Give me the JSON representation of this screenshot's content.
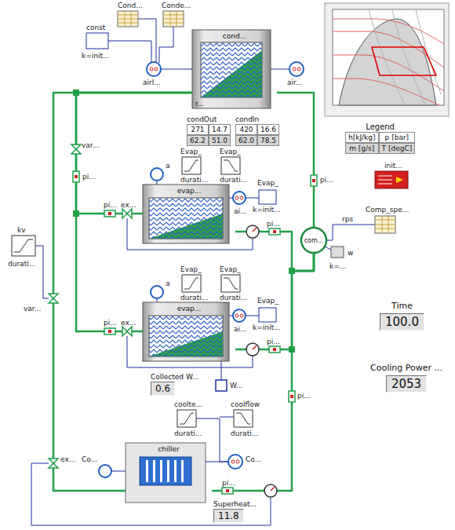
{
  "diagram": {
    "nodes": [
      {
        "text": [
          "cond...",
          "r..."
        ]
      },
      {
        "text": [
          "condOut",
          "271",
          "14.7",
          "62.2",
          "51.0"
        ]
      },
      {
        "text": [
          "condIn",
          "420",
          "16.6",
          "62.0",
          "78.5"
        ]
      },
      {
        "text": [
          "Legend",
          "h[kJ/kg]",
          "p [bar]",
          "m [g/s]",
          "T [degC]"
        ]
      },
      {
        "text": [
          "evap..."
        ]
      },
      {
        "text": [
          "com..."
        ]
      },
      {
        "text": [
          "evap..."
        ]
      },
      {
        "text": [
          "Time",
          "100.0"
        ]
      },
      {
        "text": [
          "Collected W...",
          "0.6"
        ]
      },
      {
        "text": [
          "Cooling Power ...",
          "2053"
        ]
      },
      {
        "text": [
          "chiller"
        ]
      },
      {
        "text": [
          "Superheat...",
          "11.8"
        ]
      }
    ],
    "edges": [
      {
        "from": 5,
        "to": 0,
        "arrow": "none"
      },
      {
        "from": 0,
        "to": 4,
        "arrow": "none"
      },
      {
        "from": 0,
        "to": 6,
        "arrow": "none"
      },
      {
        "from": 0,
        "to": 10,
        "arrow": "none"
      },
      {
        "from": 4,
        "to": 5,
        "arrow": "none"
      },
      {
        "from": 6,
        "to": 5,
        "arrow": "none"
      },
      {
        "from": 10,
        "to": 5,
        "arrow": "none"
      }
    ],
    "labels": [
      "Cond...",
      "Conde...",
      "const",
      "k=init...",
      "airI...",
      "air...",
      "var...",
      "pi...",
      "a",
      "Evap_",
      "durati...",
      "Evap_",
      "durati...",
      "ai...",
      "Evap_",
      "k=init...",
      "pi...",
      "ex...",
      "pi...",
      "a",
      "Evap_",
      "durati...",
      "Evap_",
      "durati...",
      "ai...",
      "Evap_",
      "k=init...",
      "pi...",
      "ex...",
      "pi...",
      "W...",
      "kv",
      "durati...",
      "var...",
      "pi...",
      "init...",
      "Comp_spe...",
      "rps",
      "w",
      "k=...",
      "pi...",
      "coolte...",
      "durati...",
      "coolflow",
      "durati...",
      "Co...",
      "Co...",
      "pi...",
      "ex..."
    ]
  }
}
